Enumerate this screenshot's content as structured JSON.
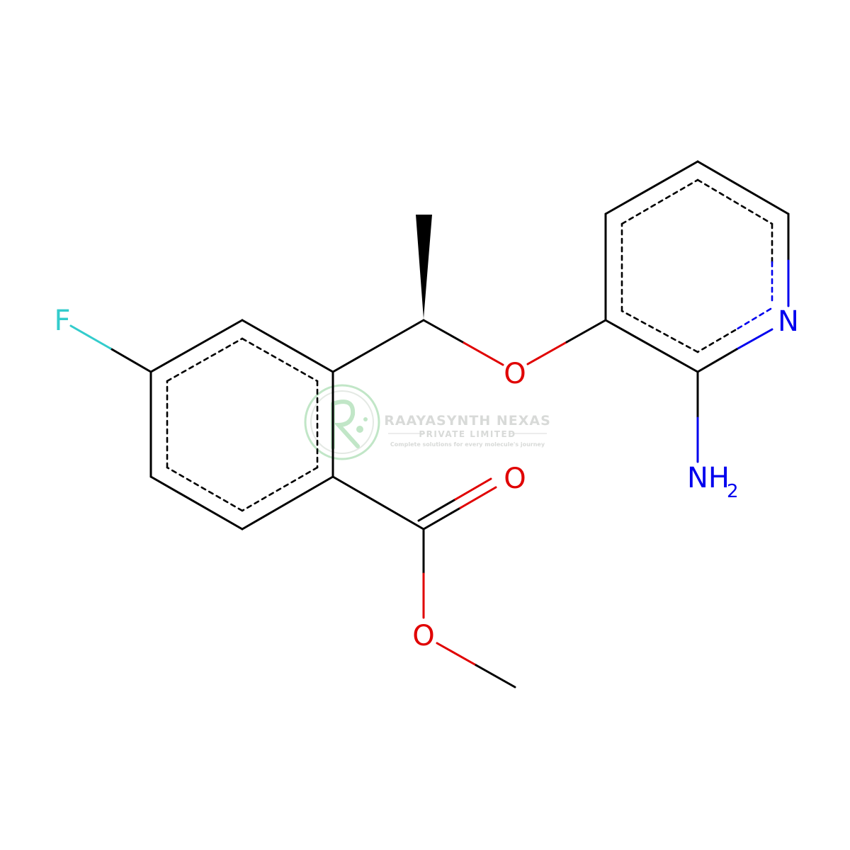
{
  "molecule": {
    "atom_labels": {
      "fluorine": "F",
      "ether_oxygen": "O",
      "carbonyl_oxygen": "O",
      "ester_oxygen": "O",
      "pyridine_nitrogen": "N",
      "amine": "NH",
      "amine_subscript": "2"
    },
    "colors": {
      "bond": "#000000",
      "oxygen": "#e00000",
      "nitrogen": "#0000ee",
      "fluorine": "#33cccc"
    }
  },
  "watermark": {
    "company": "RAAYASYNTH NEXAS",
    "subtitle": "PRIVATE LIMITED",
    "tagline": "Complete solutions for every molecule's journey",
    "color": "#b9bcb9",
    "logo_color": "#8fd29a"
  }
}
